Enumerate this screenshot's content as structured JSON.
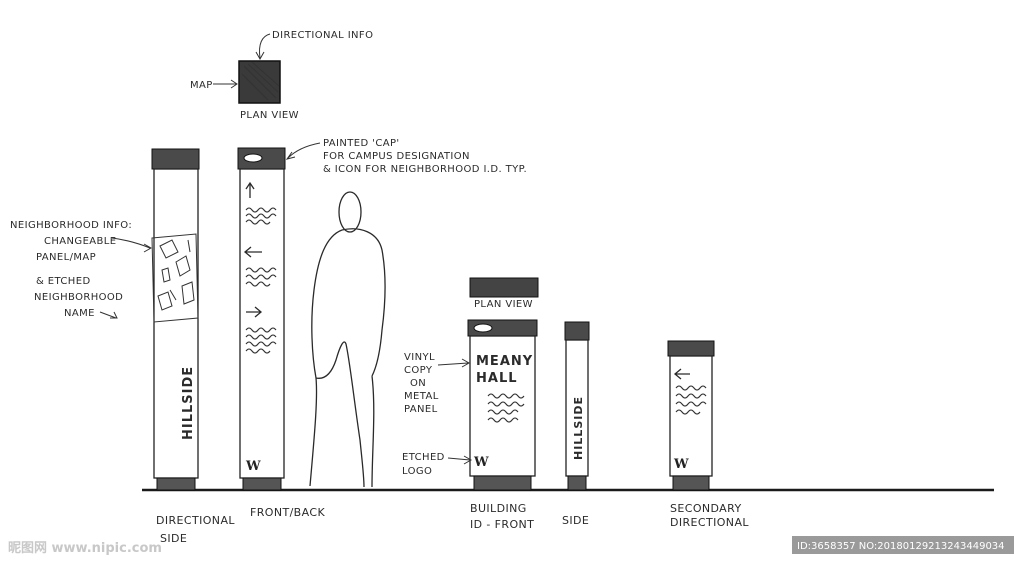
{
  "plan_view_top": {
    "directional_info": "DIRECTIONAL INFO",
    "map": "MAP",
    "plan_view": "PLAN VIEW"
  },
  "annotations": {
    "painted_cap_line1": "PAINTED 'CAP'",
    "painted_cap_line2": "FOR CAMPUS DESIGNATION",
    "painted_cap_line3": "& ICON FOR NEIGHBORHOOD I.D. TYP.",
    "neighborhood_line1": "NEIGHBORHOOD INFO:",
    "neighborhood_line2": "CHANGEABLE",
    "neighborhood_line3": "PANEL/MAP",
    "neighborhood_line4": "& ETCHED",
    "neighborhood_line5": "NEIGHBORHOOD",
    "neighborhood_line6": "NAME",
    "vinyl_line1": "VINYL",
    "vinyl_line2": "COPY",
    "vinyl_line3": "ON",
    "vinyl_line4": "METAL",
    "vinyl_line5": "PANEL",
    "etched_line1": "ETCHED",
    "etched_line2": "LOGO",
    "plan_view_small": "PLAN VIEW"
  },
  "signs": {
    "hillside": "HILLSIDE",
    "hillside_small": "HILLSIDE",
    "meany_line1": "MEANY",
    "meany_line2": "HALL",
    "logo_letter": "W"
  },
  "captions": {
    "directional_side_1": "DIRECTIONAL",
    "directional_side_2": "SIDE",
    "front_back": "FRONT/BACK",
    "building_1": "BUILDING",
    "building_2": "ID - FRONT",
    "side": "SIDE",
    "secondary_1": "SECONDARY",
    "secondary_2": "DIRECTIONAL"
  },
  "watermark": {
    "logo": "昵图网 www.nipic.com",
    "id_text": "ID:3658357 NO:20180129213243449034"
  }
}
